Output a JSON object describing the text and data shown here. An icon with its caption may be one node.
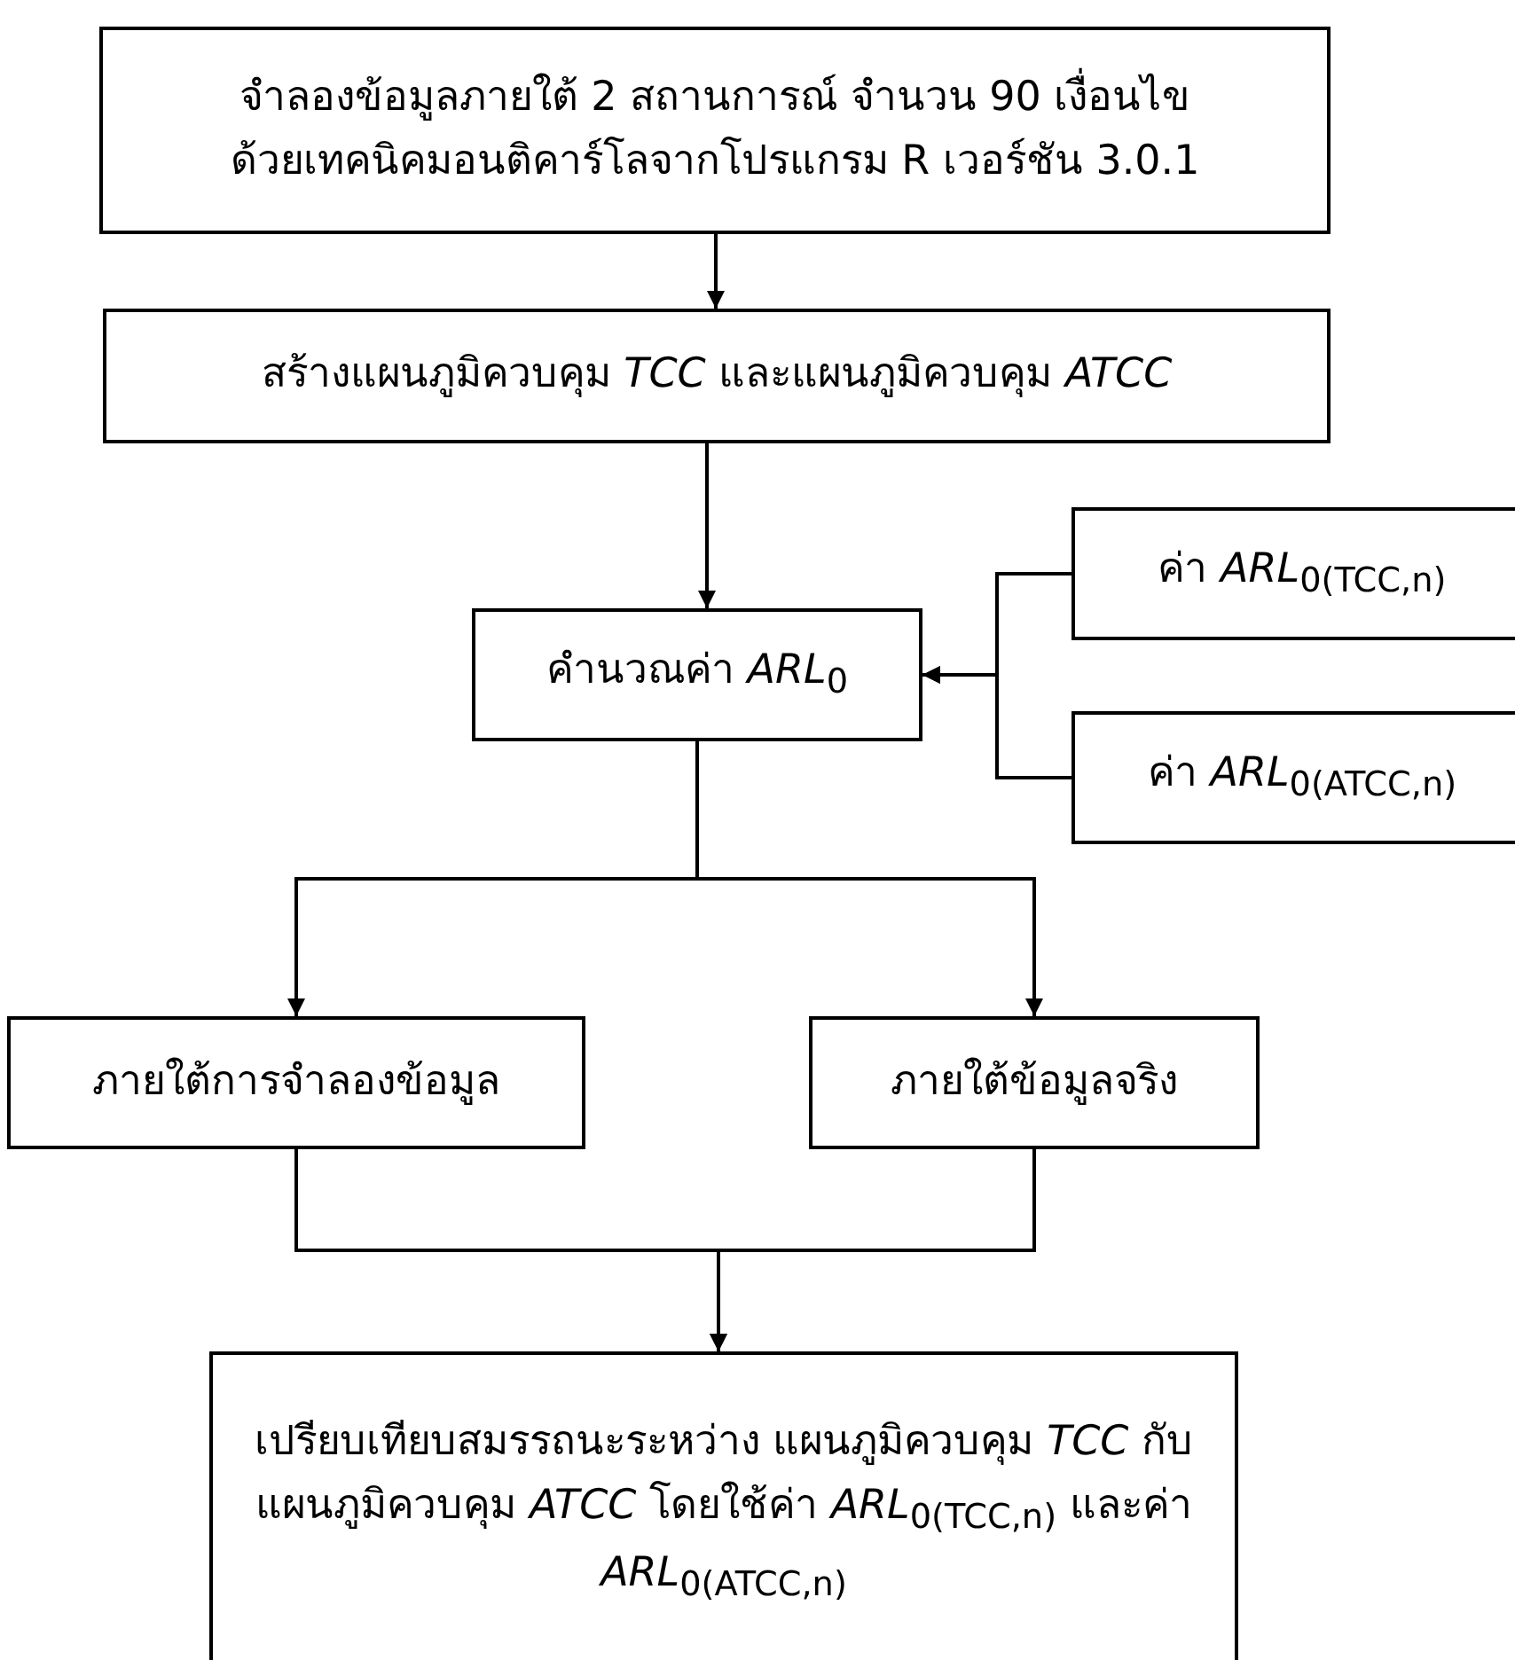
{
  "diagram": {
    "nodes": [
      {
        "text": [
          "จำลองข้อมูลภายใต้ 2 สถานการณ์ จำนวน 90 เงื่อนไข ด้วยเทคนิคมอนติคาร์โลจากโปรแกรม R เวอร์ชัน 3.0.1"
        ]
      },
      {
        "text": [
          "สร้างแผนภูมิควบคุม *TCC* และแผนภูมิควบคุม *ATCC*"
        ]
      },
      {
        "text": [
          "คำนวณค่า *ARL*$_{0}$"
        ]
      },
      {
        "text": [
          "ค่า  *ARL*$_{0(TCC,n)}$"
        ]
      },
      {
        "text": [
          "ค่า  *ARL*$_{0(ATCC,n)}$"
        ]
      },
      {
        "text": [
          "ภายใต้การจำลองข้อมูล"
        ]
      },
      {
        "text": [
          "ภายใต้ข้อมูลจริง"
        ]
      },
      {
        "text": [
          "เปรียบเทียบสมรรถนะระหว่าง แผนภูมิควบคุม *TCC* กับแผนภูมิควบคุม *ATCC* โดยใช้ค่า *ARL*$_{0(TCC,n)}$ และค่า  *ARL*$_{0(ATCC,n)}$"
        ]
      }
    ],
    "edges": [
      {
        "from": 0,
        "to": 1,
        "arrow": "to"
      },
      {
        "from": 1,
        "to": 2,
        "arrow": "to"
      },
      {
        "from": 3,
        "to": 2,
        "arrow": "to"
      },
      {
        "from": 4,
        "to": 2,
        "arrow": "to"
      },
      {
        "from": 2,
        "to": 5,
        "arrow": "to"
      },
      {
        "from": 2,
        "to": 6,
        "arrow": "to"
      },
      {
        "from": 5,
        "to": 7,
        "arrow": "to"
      },
      {
        "from": 6,
        "to": 7,
        "arrow": "to"
      }
    ]
  }
}
